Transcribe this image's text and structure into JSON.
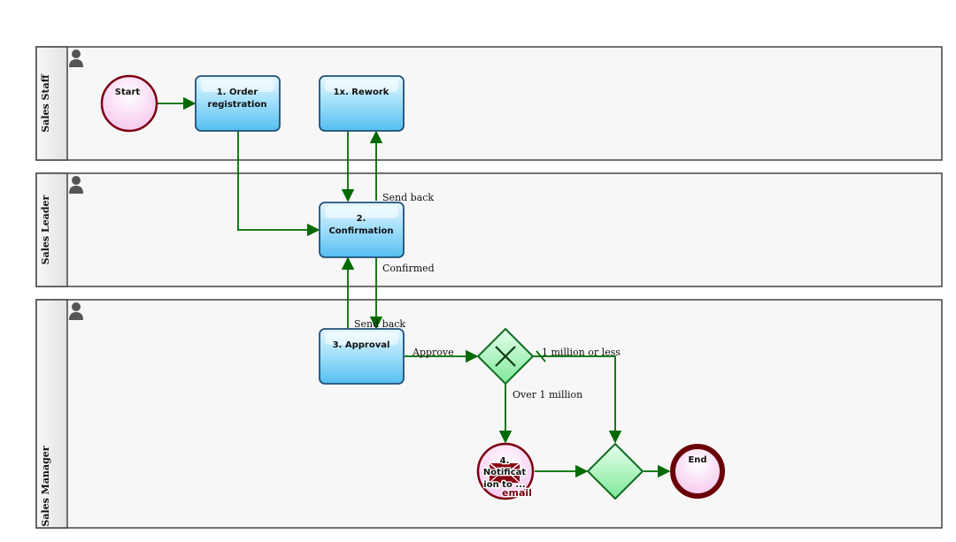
{
  "lanes": [
    {
      "id": "staff",
      "title": "Sales Staff",
      "icon": "person-icon"
    },
    {
      "id": "leader",
      "title": "Sales Leader",
      "icon": "person-icon"
    },
    {
      "id": "manager",
      "title": "Sales Manager",
      "icon": "person-icon"
    }
  ],
  "events": {
    "start": {
      "label": "Start"
    },
    "end": {
      "label": "End"
    }
  },
  "tasks": {
    "order": {
      "line1": "1. Order",
      "line2": "registration"
    },
    "rework": {
      "line1": "1x. Rework"
    },
    "confirm": {
      "line1": "2.",
      "line2": "Confirmation"
    },
    "approval": {
      "line1": "3. Approval"
    },
    "notify": {
      "line1": "4.",
      "line2": "Notificat",
      "line3": "ion to ...",
      "badge": "email",
      "icon": "envelope-icon"
    }
  },
  "gateways": {
    "exclusive": {
      "type": "exclusive",
      "icon": "x-icon"
    },
    "merge": {
      "type": "merge"
    }
  },
  "flows": {
    "send_back_1": "Send back",
    "confirmed": "Confirmed",
    "send_back_2": "Send back",
    "approve": "Approve",
    "million_or_less": "1 million or less",
    "over_million": "Over 1 million"
  },
  "colors": {
    "flow": "#006a00",
    "task_border": "#1f4f7a",
    "task_fill_top": "#e4f6ff",
    "task_fill_bottom": "#5ec4f2",
    "event_border": "#7a0010",
    "event_fill": "#fcd6f2",
    "gateway_border": "#0f6a1f",
    "gateway_fill": "#b6f5c4",
    "lane_border": "#444444",
    "lane_header": "#eeeeee"
  }
}
